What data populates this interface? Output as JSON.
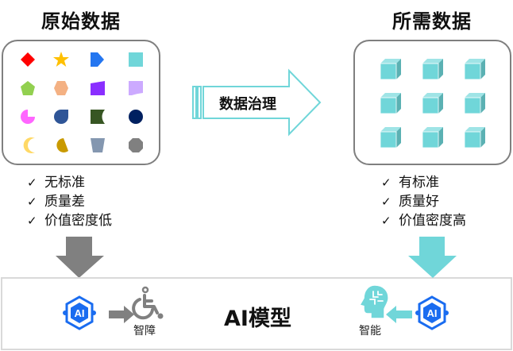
{
  "left": {
    "title": "原始数据",
    "shapes": [
      {
        "name": "diamond",
        "color": "#ff0000"
      },
      {
        "name": "star",
        "color": "#ffc000"
      },
      {
        "name": "pentagon-arrow",
        "color": "#2476f0"
      },
      {
        "name": "square",
        "color": "#70d6d9"
      },
      {
        "name": "pentagon",
        "color": "#92d050"
      },
      {
        "name": "hexagon",
        "color": "#f4b183"
      },
      {
        "name": "slanted-quad",
        "color": "#8a2eff"
      },
      {
        "name": "wave-flag",
        "color": "#ccaaff"
      },
      {
        "name": "pie",
        "color": "#ff66ff"
      },
      {
        "name": "teardrop",
        "color": "#2f5597"
      },
      {
        "name": "cut-rect",
        "color": "#375623"
      },
      {
        "name": "circle",
        "color": "#002060"
      },
      {
        "name": "moon",
        "color": "#ffd966"
      },
      {
        "name": "chord",
        "color": "#c99a00"
      },
      {
        "name": "trapezoid",
        "color": "#8497b0"
      },
      {
        "name": "octagon",
        "color": "#808080"
      }
    ],
    "checks": [
      "无标准",
      "质量差",
      "价值密度低"
    ],
    "arrow_color": "#808080"
  },
  "middle": {
    "arrow_label": "数据治理",
    "arrow_color": "#70d6d9"
  },
  "right": {
    "title": "所需数据",
    "cube_count": 9,
    "cube_colors": {
      "front": "#70d6d9",
      "top": "#9fe4e6",
      "side": "#5bb1b3"
    },
    "checks": [
      "有标准",
      "质量好",
      "价值密度高"
    ],
    "arrow_color": "#70d6d9"
  },
  "checkmark": "✓",
  "bottom": {
    "model_label": "AI模型",
    "ai_badge_text": "AI",
    "ai_color": "#1a6cf0",
    "left_caption": "智障",
    "right_caption": "智能",
    "left_arrow_color": "#808080",
    "right_arrow_color": "#70d6d9",
    "brain_color": "#70d6d9"
  }
}
